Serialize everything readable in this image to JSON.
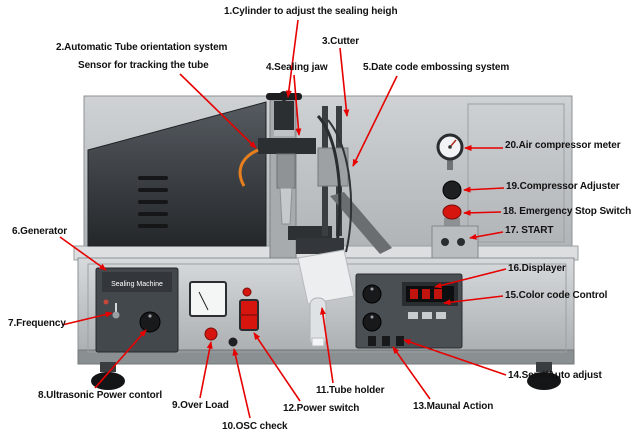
{
  "labels": {
    "l1": "1.Cylinder to adjust the sealing heigh",
    "l2a": "2.Automatic Tube orientation system",
    "l2b": "Sensor for tracking the tube",
    "l3": "3.Cutter",
    "l4": "4.Sealing jaw",
    "l5": "5.Date code embossing system",
    "l6": "6.Generator",
    "l7": "7.Frequency",
    "l8": "8.Ultrasonic Power contorl",
    "l9": "9.Over Load",
    "l10": "10.OSC check",
    "l11": "11.Tube holder",
    "l12": "12.Power switch",
    "l13": "13.Maunal Action",
    "l14": "14.Semi/Auto adjust",
    "l15": "15.Color code Control",
    "l16": "16.Displayer",
    "l17": "17. START",
    "l18": "18. Emergency Stop Switch",
    "l19": "19.Compressor Adjuster",
    "l20": "20.Air compressor meter"
  },
  "machine": {
    "panel_title": "Sealing Machine"
  },
  "colors": {
    "arrow_red": "#e60000",
    "estop_red": "#d6150f",
    "steel_gray": "#b8bcbf",
    "hood_dark": "#2b2e31"
  }
}
